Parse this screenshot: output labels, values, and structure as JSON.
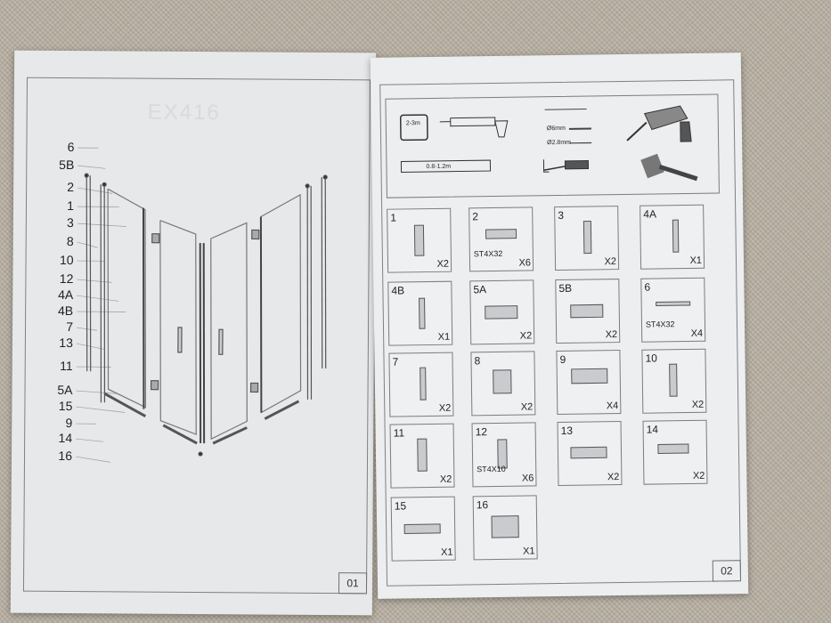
{
  "left_page": {
    "watermark": "EX416",
    "callouts": [
      "6",
      "5B",
      "2",
      "1",
      "3",
      "8",
      "10",
      "12",
      "4A",
      "4B",
      "7",
      "13",
      "11",
      "5A",
      "15",
      "9",
      "14",
      "16"
    ],
    "page_number": "01"
  },
  "right_page": {
    "tools": {
      "tape_label": "2-3m",
      "level_label": "0.8-1.2m",
      "drill_bit_1": "Ø6mm",
      "drill_bit_2": "Ø2.8mm"
    },
    "parts": [
      {
        "no": "1",
        "qty": "X2",
        "spec": ""
      },
      {
        "no": "2",
        "qty": "X6",
        "spec": "ST4X32"
      },
      {
        "no": "3",
        "qty": "X2",
        "spec": ""
      },
      {
        "no": "4A",
        "qty": "X1",
        "spec": ""
      },
      {
        "no": "4B",
        "qty": "X1",
        "spec": ""
      },
      {
        "no": "5A",
        "qty": "X2",
        "spec": ""
      },
      {
        "no": "5B",
        "qty": "X2",
        "spec": ""
      },
      {
        "no": "6",
        "qty": "X4",
        "spec": "ST4X32"
      },
      {
        "no": "7",
        "qty": "X2",
        "spec": ""
      },
      {
        "no": "8",
        "qty": "X2",
        "spec": ""
      },
      {
        "no": "9",
        "qty": "X4",
        "spec": ""
      },
      {
        "no": "10",
        "qty": "X2",
        "spec": ""
      },
      {
        "no": "11",
        "qty": "X2",
        "spec": ""
      },
      {
        "no": "12",
        "qty": "X6",
        "spec": "ST4X10"
      },
      {
        "no": "13",
        "qty": "X2",
        "spec": ""
      },
      {
        "no": "14",
        "qty": "X2",
        "spec": ""
      },
      {
        "no": "15",
        "qty": "X1",
        "spec": ""
      },
      {
        "no": "16",
        "qty": "X1",
        "spec": ""
      }
    ],
    "page_number": "02"
  }
}
